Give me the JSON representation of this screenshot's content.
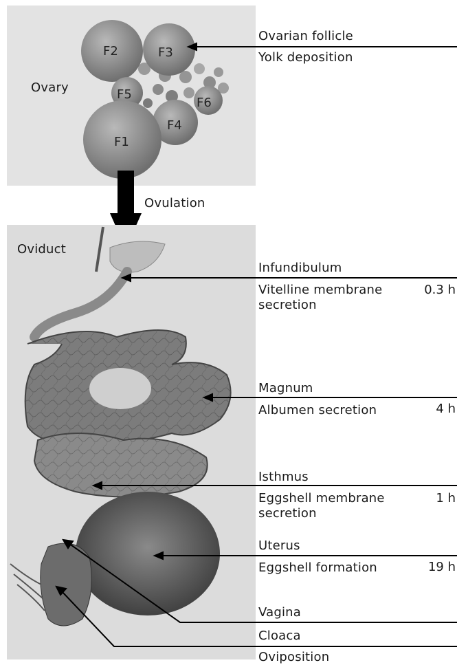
{
  "ovary_section": {
    "label": "Ovary",
    "follicles": [
      "F1",
      "F2",
      "F3",
      "F4",
      "F5",
      "F6"
    ],
    "annotation_title": "Ovarian follicle",
    "annotation_process": "Yolk deposition"
  },
  "ovulation_label": "Ovulation",
  "oviduct_section": {
    "label": "Oviduct",
    "segments": [
      {
        "name": "Infundibulum",
        "process": "Vitelline membrane secretion",
        "time": "0.3 h"
      },
      {
        "name": "Magnum",
        "process": "Albumen secretion",
        "time": "4 h"
      },
      {
        "name": "Isthmus",
        "process": "Eggshell membrane secretion",
        "time": "1 h"
      },
      {
        "name": "Uterus",
        "process": "Eggshell formation",
        "time": "19 h"
      },
      {
        "name": "Vagina",
        "process": "",
        "time": ""
      },
      {
        "name": "Cloaca",
        "process": "Oviposition",
        "time": ""
      }
    ]
  }
}
